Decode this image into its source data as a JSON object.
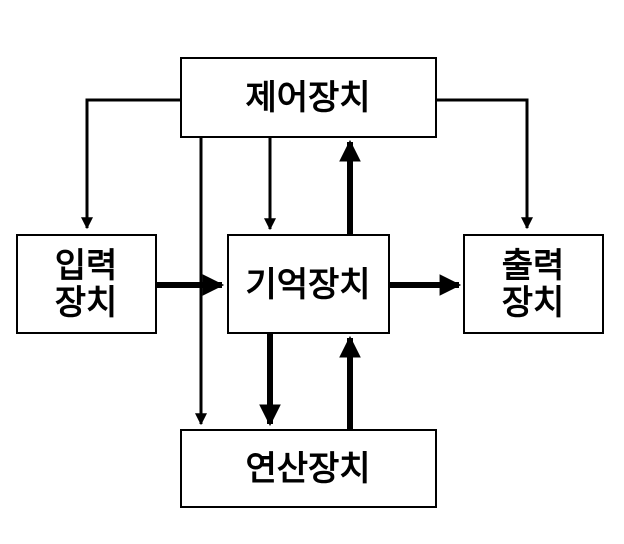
{
  "diagram": {
    "nodes": {
      "control": {
        "label": "제어장치"
      },
      "input": {
        "label_line1": "입력",
        "label_line2": "장치"
      },
      "memory": {
        "label": "기억장치"
      },
      "output": {
        "label_line1": "출력",
        "label_line2": "장치"
      },
      "alu": {
        "label": "연산장치"
      }
    }
  }
}
